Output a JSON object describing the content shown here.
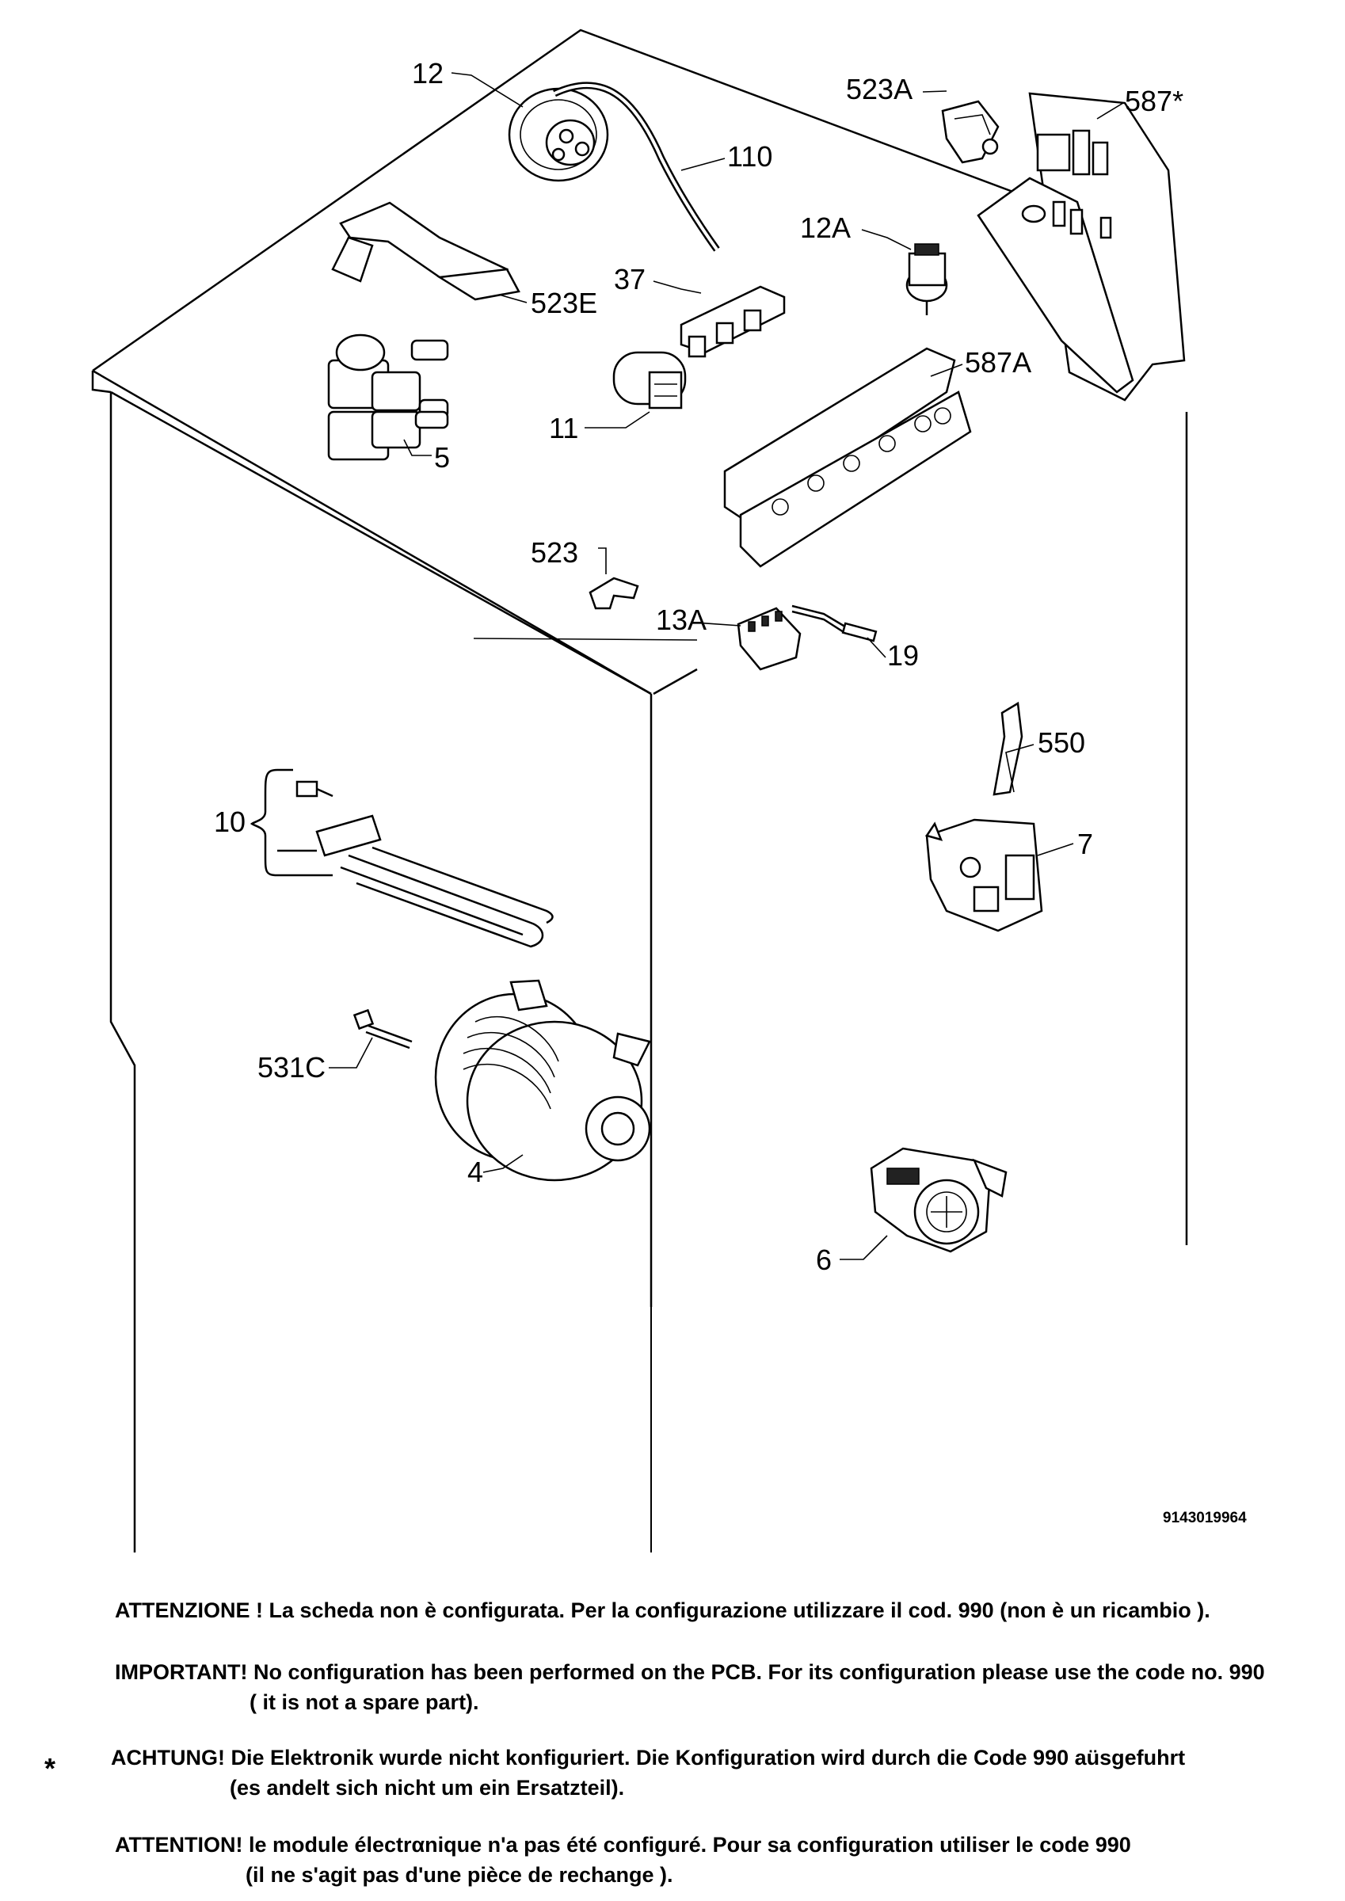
{
  "callouts": {
    "c12": "12",
    "c110": "110",
    "c523A": "523A",
    "c587star": "587*",
    "c12A": "12A",
    "c523E": "523E",
    "c37": "37",
    "c587A": "587A",
    "c11": "11",
    "c5": "5",
    "c523": "523",
    "c13A": "13A",
    "c19": "19",
    "c550": "550",
    "c10": "10",
    "c7": "7",
    "c531C": "531C",
    "c4": "4",
    "c6": "6"
  },
  "drawing_code": "9143019964",
  "asterisk": "*",
  "notes": {
    "it": {
      "line1": "ATTENZIONE ! La scheda non è configurata. Per la configurazione utilizzare il cod. 990 (non è un ricambio )."
    },
    "en": {
      "line1": "IMPORTANT! No configuration has been performed on the PCB. For its configuration please use the code no. 990",
      "line2": "( it is not a spare part)."
    },
    "de": {
      "line1": "ACHTUNG! Die Elektronik wurde nicht konfiguriert. Die Konfiguration wird durch die Code 990 aüsgefuhrt",
      "line2": "(es andelt sich nicht um ein Ersatzteil)."
    },
    "fr": {
      "line1": "ATTENTION! le module électrαnique n'a pas été configuré. Pour  sa configuration utiliser le code 990",
      "line2": "(il ne s'agit pas d'une pièce de rechange )."
    }
  }
}
